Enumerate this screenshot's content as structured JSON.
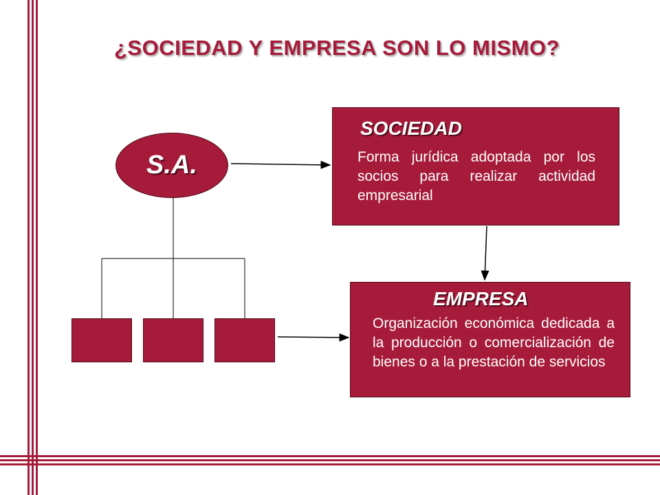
{
  "slide": {
    "title": "¿SOCIEDAD Y EMPRESA SON LO MISMO?"
  },
  "oval": {
    "label": "S.A."
  },
  "sociedad": {
    "title": "SOCIEDAD",
    "description": "Forma jurídica adoptada por los socios para realizar actividad empresarial"
  },
  "empresa": {
    "title": "EMPRESA",
    "description": "Organización económica dedicada a la producción o comercialización de bienes o a la prestación de servicios"
  },
  "colors": {
    "accent": "#a61b3a",
    "border": "#4a0a18",
    "text_on_accent": "#ffffff",
    "background": "#ffffff"
  }
}
